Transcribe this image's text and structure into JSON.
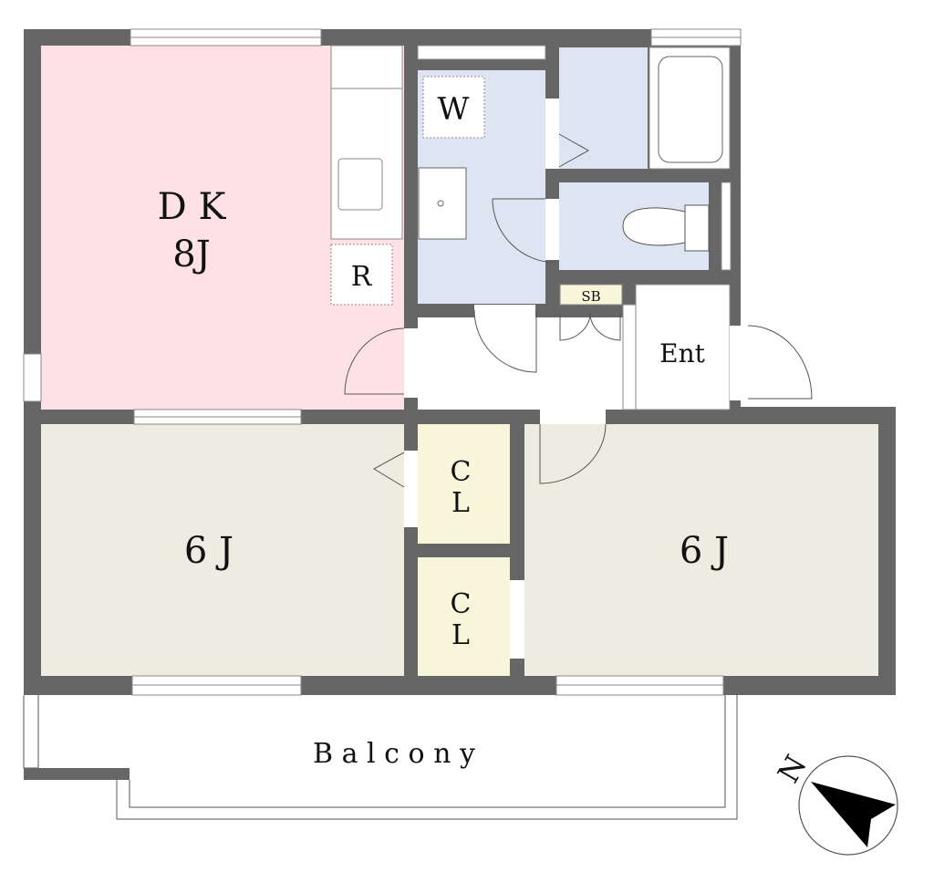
{
  "plan": {
    "rooms": {
      "dk_label": "D K",
      "dk_size": "8J",
      "refrigerator": "R",
      "washer": "W",
      "shoe_box": "SB",
      "entrance": "Ent",
      "closet1_line1": "C",
      "closet1_line2": "L",
      "closet2_line1": "C",
      "closet2_line2": "L",
      "room_left": "6 J",
      "room_right": "6 J",
      "balcony": "B a l c o n y"
    },
    "compass": {
      "label": "N",
      "icon": "north-arrow-icon"
    },
    "colors": {
      "wall": "#666666",
      "dk": "#fde1e6",
      "wet": "#dde5f2",
      "room": "#eeebe1",
      "closet": "#f7f5da"
    }
  }
}
